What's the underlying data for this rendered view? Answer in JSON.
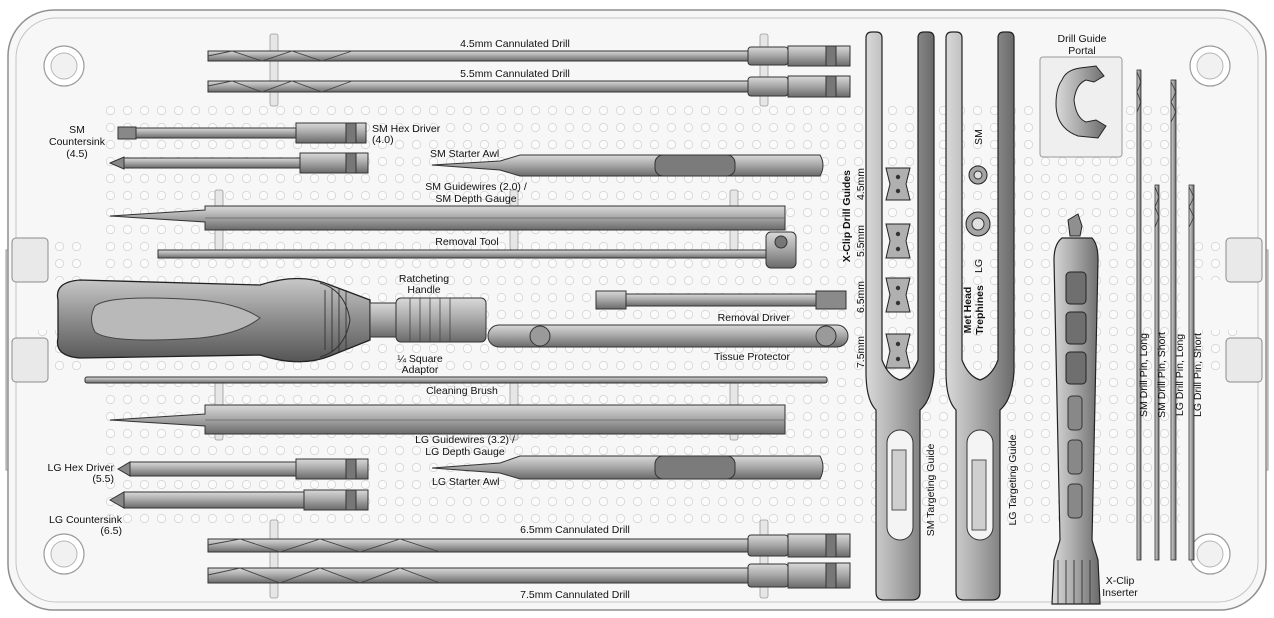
{
  "labels": {
    "drill_45": "4.5mm Cannulated Drill",
    "drill_55": "5.5mm Cannulated Drill",
    "drill_65": "6.5mm Cannulated Drill",
    "drill_75": "7.5mm Cannulated Drill",
    "sm_countersink_1": "SM",
    "sm_countersink_2": "Countersink",
    "sm_countersink_3": "(4.5)",
    "sm_hex_driver_1": "SM Hex Driver",
    "sm_hex_driver_2": "(4.0)",
    "sm_starter_awl": "SM Starter Awl",
    "sm_guidewires_1": "SM Guidewires (2.0) /",
    "sm_guidewires_2": "SM Depth Gauge",
    "removal_tool": "Removal Tool",
    "ratcheting_handle_1": "Ratcheting",
    "ratcheting_handle_2": "Handle",
    "square_adaptor_1": "¼ Square",
    "square_adaptor_2": "Adaptor",
    "removal_driver": "Removal Driver",
    "tissue_protector": "Tissue Protector",
    "cleaning_brush": "Cleaning Brush",
    "lg_guidewires_1": "LG Guidewires (3.2) /",
    "lg_guidewires_2": "LG Depth Gauge",
    "lg_starter_awl": "LG Starter Awl",
    "lg_hex_driver_1": "LG Hex Driver",
    "lg_hex_driver_2": "(5.5)",
    "lg_countersink_1": "LG Countersink",
    "lg_countersink_2": "(6.5)",
    "xclip_drill_guides": "X-Clip Drill Guides",
    "size_45": "4.5mm",
    "size_55": "5.5mm",
    "size_65": "6.5mm",
    "size_75": "7.5mm",
    "sm_targeting_guide": "SM Targeting Guide",
    "met_head_trephines_1": "Met Head",
    "met_head_trephines_2": "Trephines",
    "trephine_sm": "SM",
    "trephine_lg": "LG",
    "lg_targeting_guide": "LG Targeting Guide",
    "drill_guide_portal_1": "Drill Guide",
    "drill_guide_portal_2": "Portal",
    "xclip_inserter_1": "X-Clip",
    "xclip_inserter_2": "Inserter",
    "sm_drill_pin_long": "SM Drill Pin, Long",
    "sm_drill_pin_short": "SM Drill Pin, Short",
    "lg_drill_pin_long": "LG Drill Pin, Long",
    "lg_drill_pin_short": "LG Drill Pin, Short"
  },
  "colors": {
    "background": "#ffffff",
    "tray_fill": "#f6f6f6",
    "tray_edge": "#9a9a9a",
    "hole": "#e4e4e4",
    "instrument_fill": "#a9a9a9",
    "instrument_dark": "#6f6f6f",
    "instrument_edge": "#2e2e2e",
    "label_text": "#111111"
  }
}
